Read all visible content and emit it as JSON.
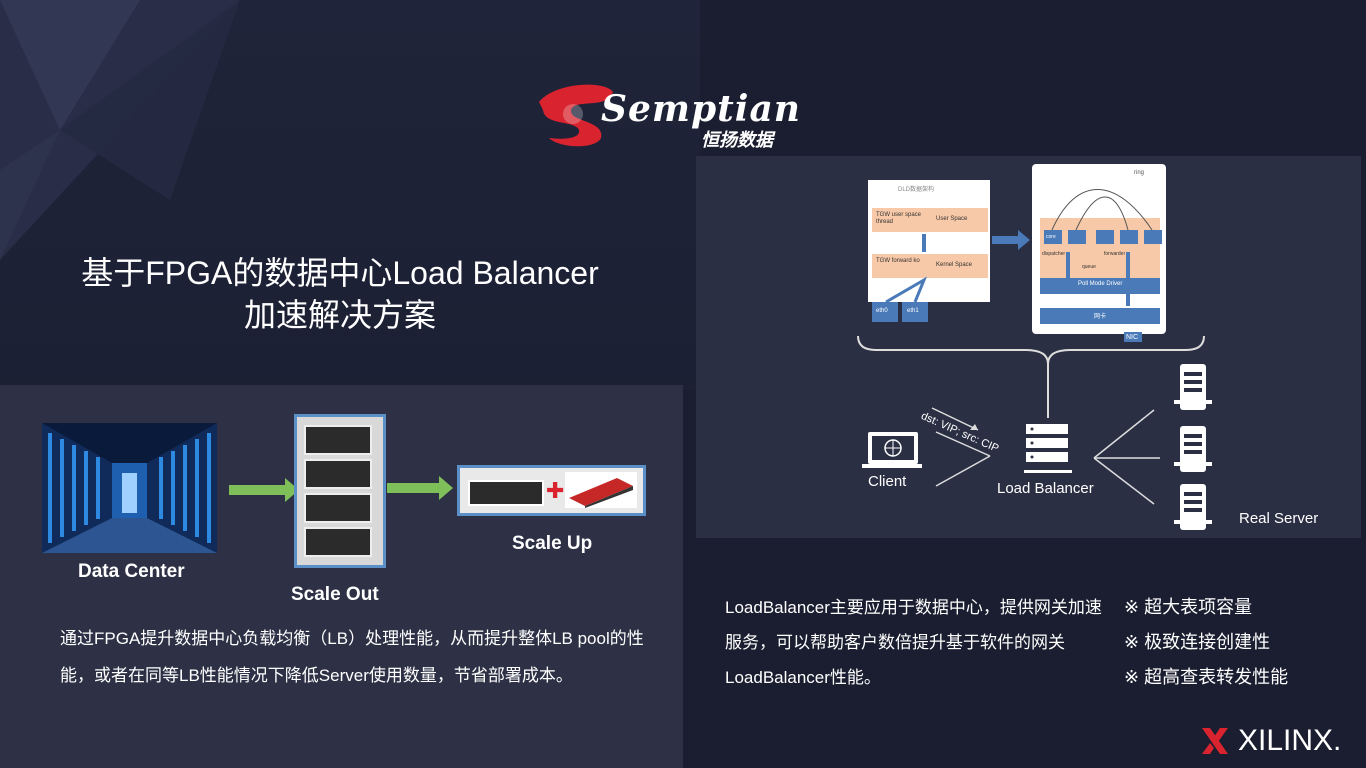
{
  "logo": {
    "text": "Semptian",
    "cn": "恒扬数据"
  },
  "title": {
    "line1": "基于FPGA的数据中心Load Balancer",
    "line2": "加速解决方案"
  },
  "left_diagram": {
    "data_center": "Data Center",
    "scale_out": "Scale Out",
    "scale_up": "Scale Up"
  },
  "right_diagram": {
    "client": "Client",
    "load_balancer": "Load Balancer",
    "real_server": "Real Server",
    "packet_label": "dst: VIP; src: CIP",
    "tgw_user": "TGW user space thread",
    "user_space": "User Space",
    "tgw_forward": "TGW forward ko",
    "kernel_space": "Kernel Space",
    "eth0": "eth0",
    "eth1": "eth1",
    "poll_mode": "Poll Mode Driver",
    "nic_cn": "网卡",
    "nic": "NIC",
    "ring": "ring",
    "dispatcher": "dispatcher",
    "forwarder": "forwarder",
    "queue": "queue",
    "core": "core",
    "top_small": "DLD数据架构"
  },
  "desc_left": "通过FPGA提升数据中心负载均衡（LB）处理性能，从而提升整体LB pool的性能，或者在同等LB性能情况下降低Server使用数量，节省部署成本。",
  "desc_right": "LoadBalancer主要应用于数据中心，提供网关加速服务，可以帮助客户数倍提升基于软件的网关LoadBalancer性能。",
  "features": [
    "※ 超大表项容量",
    "※ 极致连接创建性",
    "※ 超高查表转发性能"
  ],
  "brand": {
    "xilinx": "XILINX.",
    "logo_red": "#d9232e",
    "accent_green": "#7fbf5a",
    "accent_blue": "#5a8fc8"
  }
}
